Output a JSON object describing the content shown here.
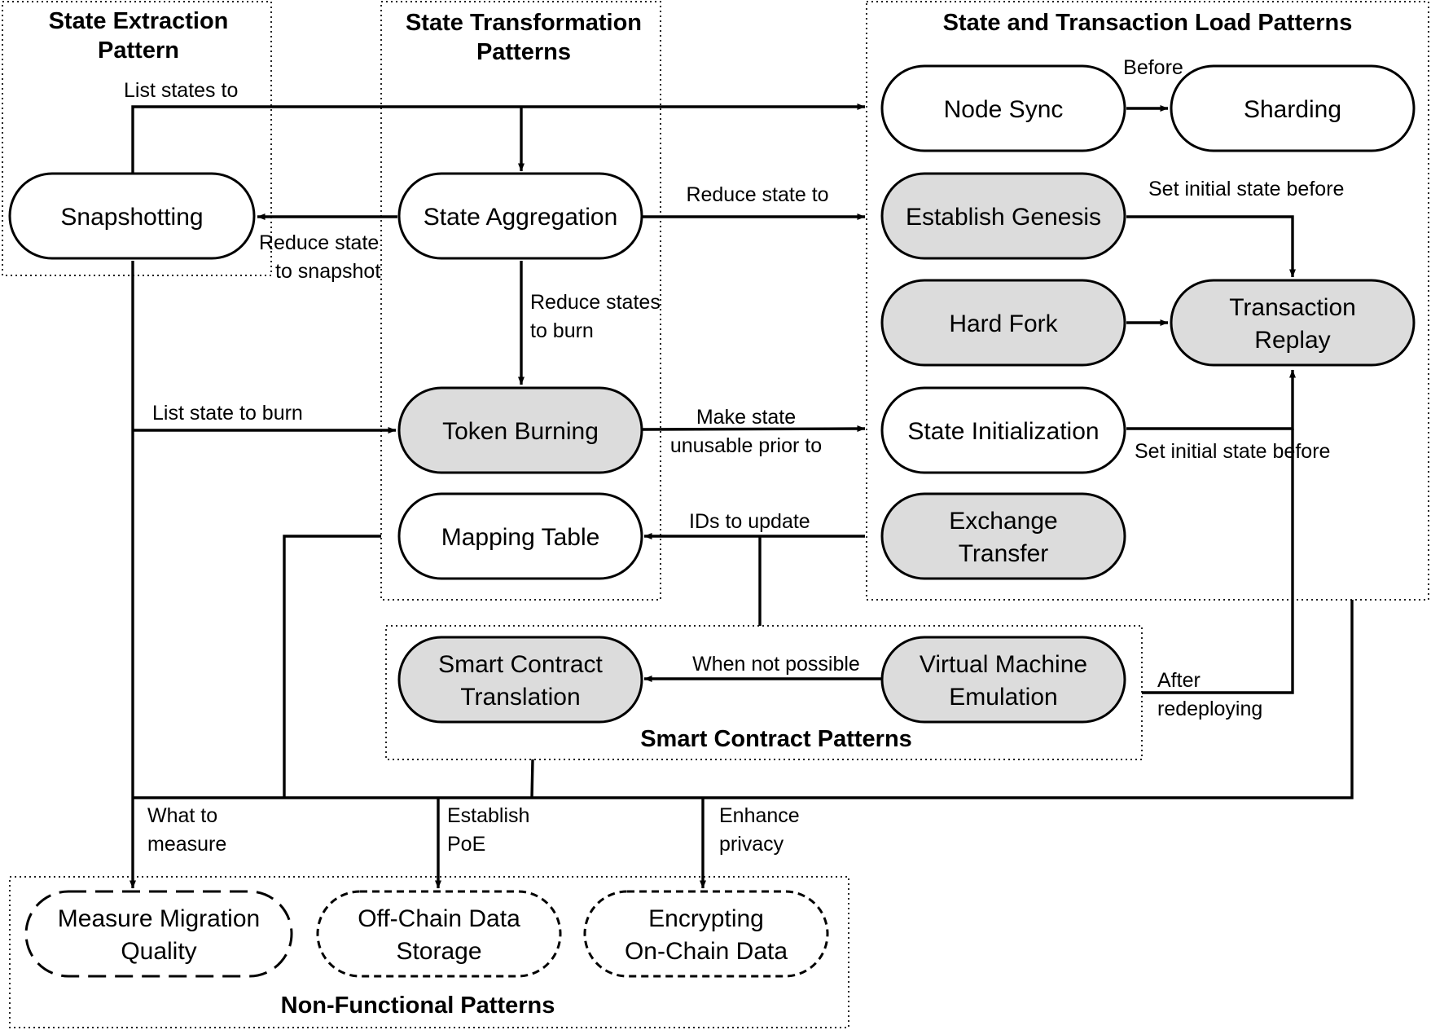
{
  "groups": {
    "extraction": {
      "title": [
        "State Extraction",
        "Pattern"
      ]
    },
    "transformation": {
      "title": [
        "State Transformation",
        "Patterns"
      ]
    },
    "load": {
      "title": [
        "State and Transaction Load Patterns"
      ]
    },
    "smart_contract": {
      "title": [
        "Smart Contract Patterns"
      ]
    },
    "non_functional": {
      "title": [
        "Non-Functional Patterns"
      ]
    }
  },
  "nodes": {
    "snapshotting": {
      "lines": [
        "Snapshotting"
      ],
      "style": "plain"
    },
    "state_aggregation": {
      "lines": [
        "State Aggregation"
      ],
      "style": "plain"
    },
    "token_burning": {
      "lines": [
        "Token Burning"
      ],
      "style": "shaded"
    },
    "mapping_table": {
      "lines": [
        "Mapping Table"
      ],
      "style": "plain"
    },
    "node_sync": {
      "lines": [
        "Node Sync"
      ],
      "style": "plain"
    },
    "sharding": {
      "lines": [
        "Sharding"
      ],
      "style": "plain"
    },
    "establish_genesis": {
      "lines": [
        "Establish Genesis"
      ],
      "style": "shaded"
    },
    "hard_fork": {
      "lines": [
        "Hard Fork"
      ],
      "style": "shaded"
    },
    "transaction_replay": {
      "lines": [
        "Transaction",
        "Replay"
      ],
      "style": "shaded"
    },
    "state_initialization": {
      "lines": [
        "State Initialization"
      ],
      "style": "plain"
    },
    "exchange_transfer": {
      "lines": [
        "Exchange",
        "Transfer"
      ],
      "style": "shaded"
    },
    "smart_contract_translation": {
      "lines": [
        "Smart Contract",
        "Translation"
      ],
      "style": "shaded"
    },
    "virtual_machine_emulation": {
      "lines": [
        "Virtual Machine",
        "Emulation"
      ],
      "style": "shaded"
    },
    "measure_migration_quality": {
      "lines": [
        "Measure Migration",
        "Quality"
      ],
      "style": "long-dash"
    },
    "off_chain_data_storage": {
      "lines": [
        "Off-Chain Data",
        "Storage"
      ],
      "style": "short-dash"
    },
    "encrypting_on_chain_data": {
      "lines": [
        "Encrypting",
        "On-Chain Data"
      ],
      "style": "short-dash"
    }
  },
  "edge_labels": {
    "list_states_to": [
      "List states to"
    ],
    "before": [
      "Before"
    ],
    "reduce_state_to_snapshot": [
      "Reduce state",
      "to snapshot"
    ],
    "reduce_state_to": [
      "Reduce state to"
    ],
    "set_initial_state_before_genesis": [
      "Set initial state before"
    ],
    "reduce_states_to_burn": [
      "Reduce states",
      "to burn"
    ],
    "list_state_to_burn": [
      "List state to burn"
    ],
    "make_state_unusable_prior_to": [
      "Make state",
      "unusable prior to"
    ],
    "set_initial_state_before_init": [
      "Set initial state before"
    ],
    "ids_to_update": [
      "IDs to update"
    ],
    "when_not_possible": [
      "When not possible"
    ],
    "after_redeploying": [
      "After",
      "redeploying"
    ],
    "what_to_measure": [
      "What to",
      "measure"
    ],
    "establish_poe": [
      "Establish",
      "PoE"
    ],
    "enhance_privacy": [
      "Enhance",
      "privacy"
    ]
  },
  "colors": {
    "shaded_fill": "#dcdcdc",
    "plain_fill": "#ffffff",
    "stroke": "#000000"
  }
}
